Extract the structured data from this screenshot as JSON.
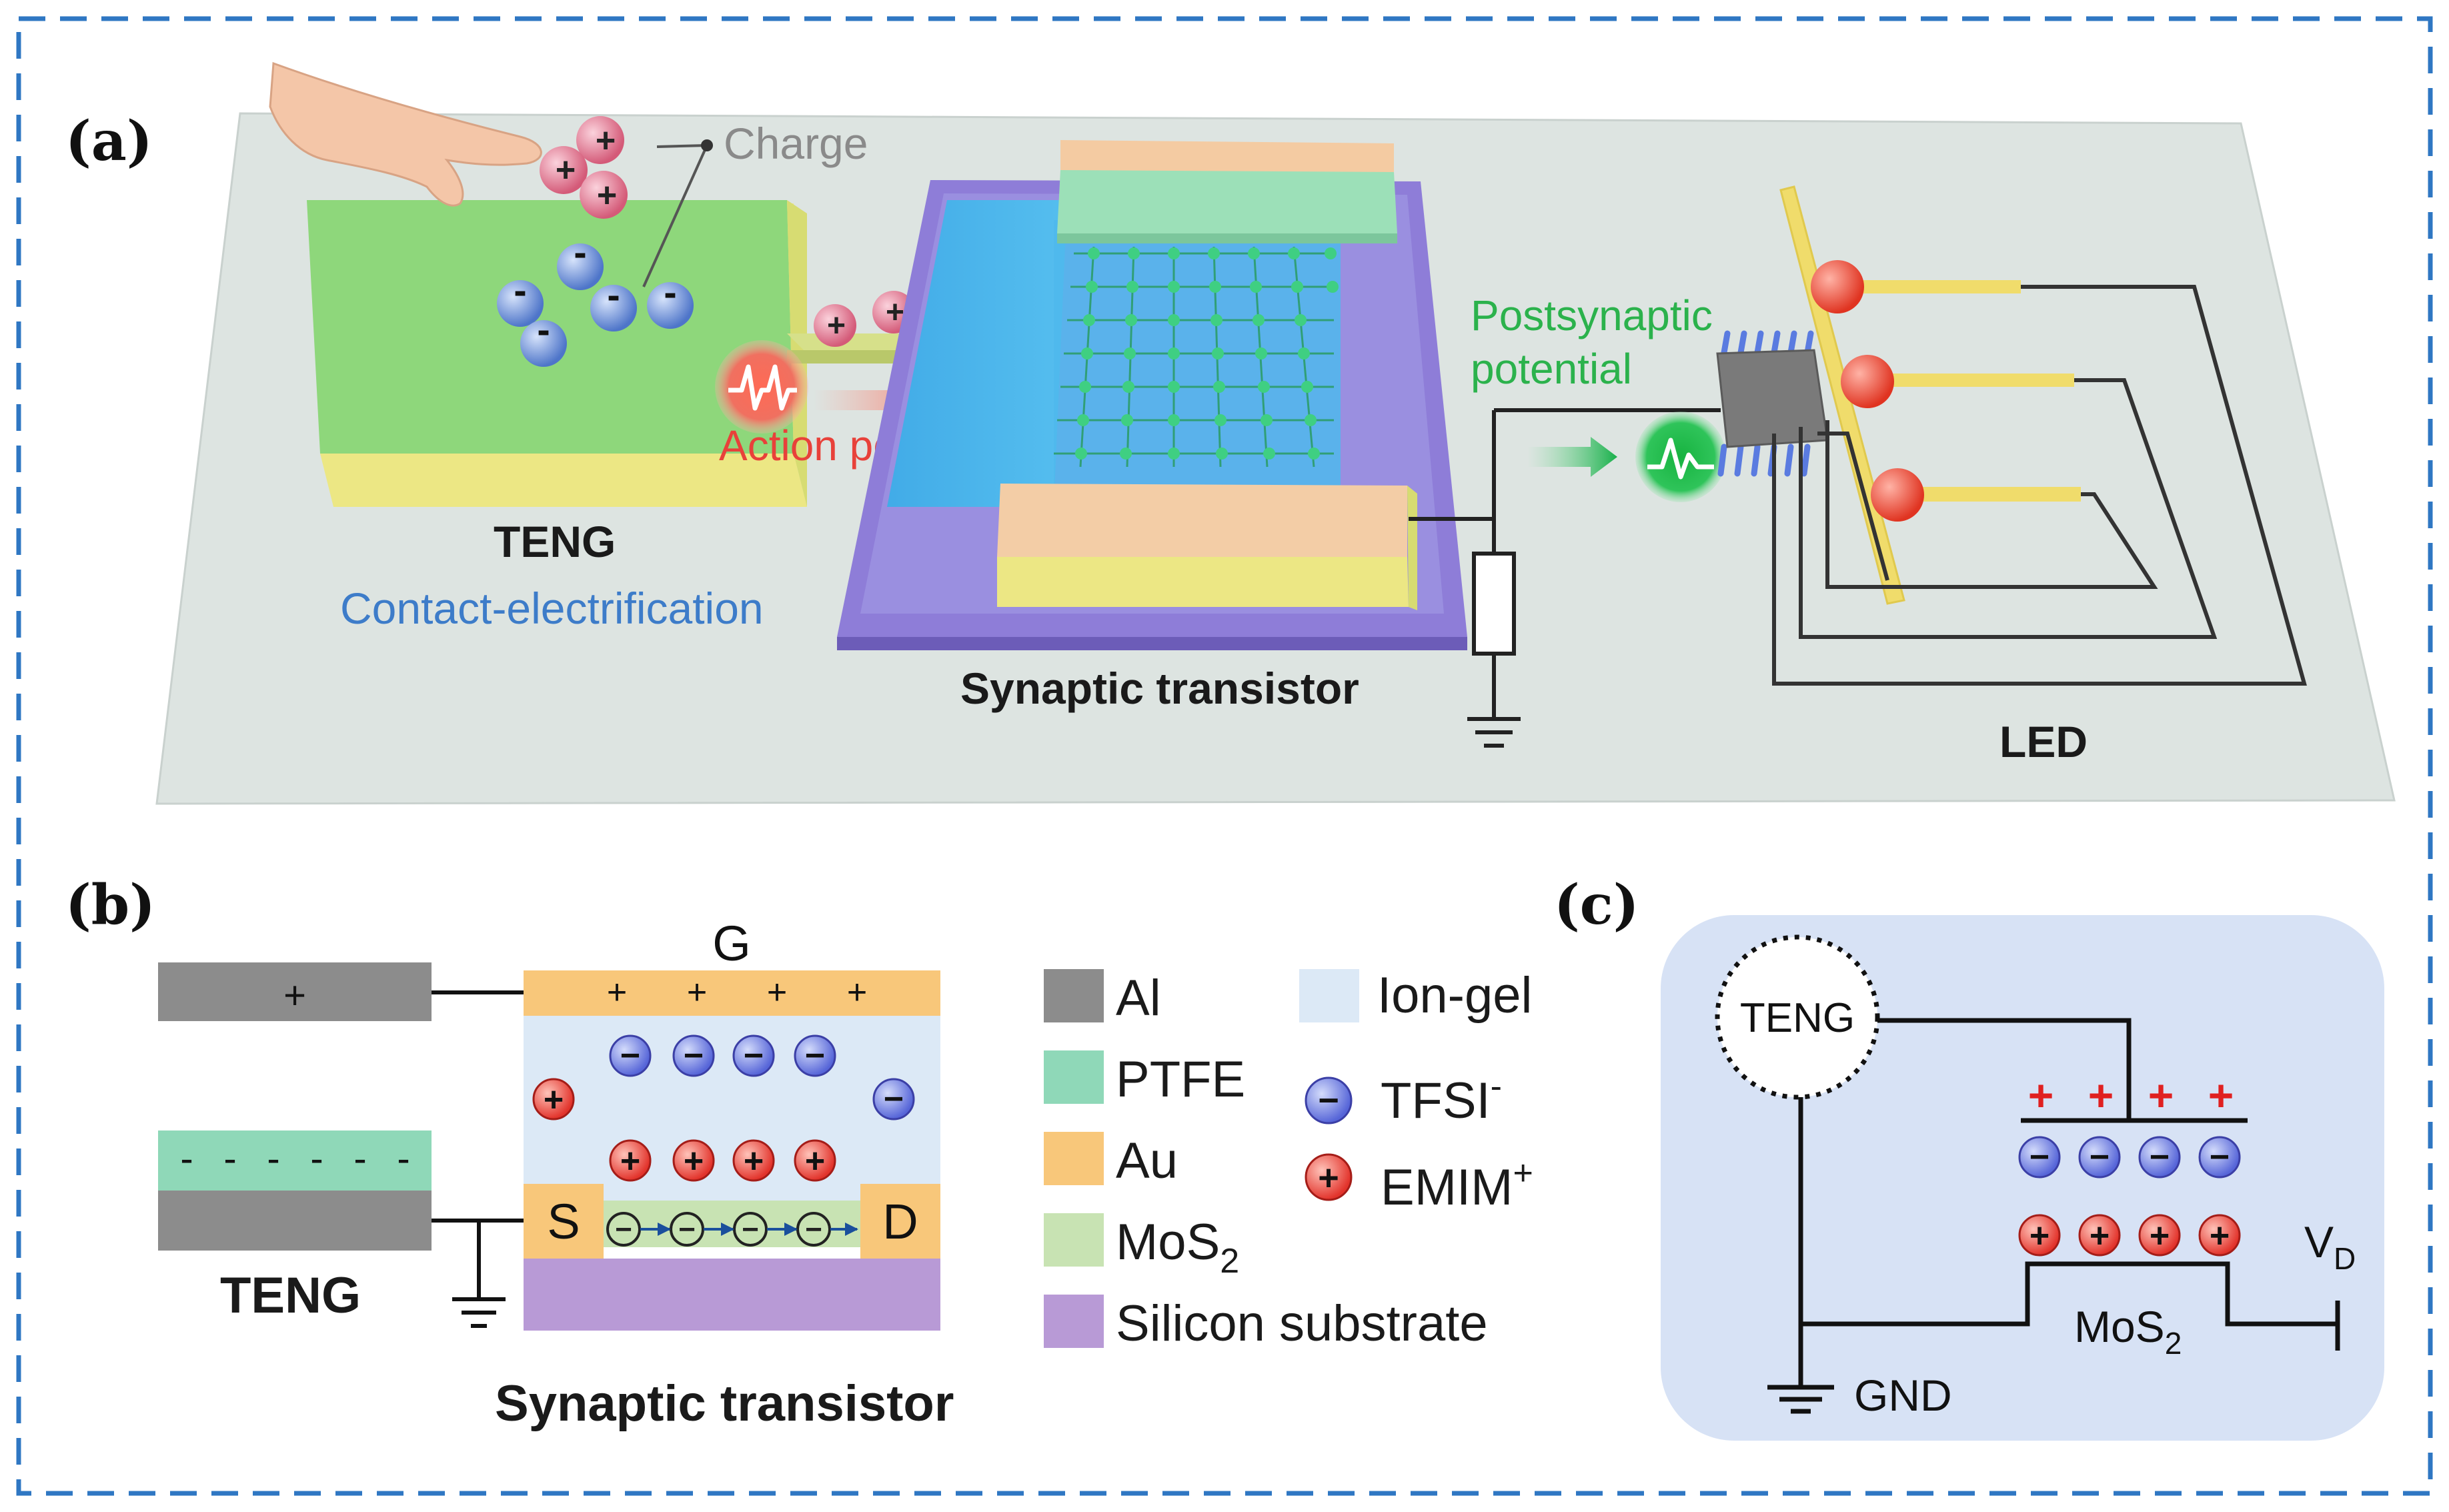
{
  "panels": {
    "a": {
      "label": "(a)",
      "charge_label": "Charge",
      "teng_title": "TENG",
      "teng_subtitle": "Contact-electrification",
      "action_potential": "Action potential",
      "transistor_label": "Synaptic transistor",
      "postsynaptic_line1": "Postsynaptic",
      "postsynaptic_line2": "potential",
      "led_label": "LED",
      "plus_sign": "+",
      "minus_sign": "-"
    },
    "b": {
      "label": "(b)",
      "gate_label": "G",
      "source_label": "S",
      "drain_label": "D",
      "teng_label": "TENG",
      "transistor_label": "Synaptic transistor",
      "plus_sign": "+",
      "minus_sign": "-",
      "ion_plus": "+",
      "ion_minus": "−",
      "legend": [
        {
          "label": "Al",
          "color": "#8c8c8c"
        },
        {
          "label": "PTFE",
          "color": "#8fd8b8"
        },
        {
          "label": "Au",
          "color": "#f8c77a"
        },
        {
          "label": "MoS",
          "sub": "2",
          "color": "#c8e3b3"
        },
        {
          "label": "Silicon substrate",
          "color": "#b89ad6"
        },
        {
          "label": "Ion-gel",
          "color": "#dce9f6"
        }
      ],
      "ion_legend": [
        {
          "label": "TFSI",
          "sup": "-",
          "sign": "−"
        },
        {
          "label": "EMIM",
          "sup": "+",
          "sign": "+"
        }
      ]
    },
    "c": {
      "label": "(c)",
      "teng_label": "TENG",
      "gnd_label": "GND",
      "vd_label": "V",
      "vd_sub": "D",
      "mos2_label": "MoS",
      "mos2_sub": "2",
      "plus_sign": "+",
      "minus_sign": "−"
    }
  },
  "colors": {
    "frame_dash": "#2f77c3",
    "green_text": "#2bb24c",
    "red_text": "#e8413a",
    "blue_text": "#3d7cc9",
    "gray_text": "#8a8a8a",
    "panel_c_bg": "#d7e2f5"
  }
}
